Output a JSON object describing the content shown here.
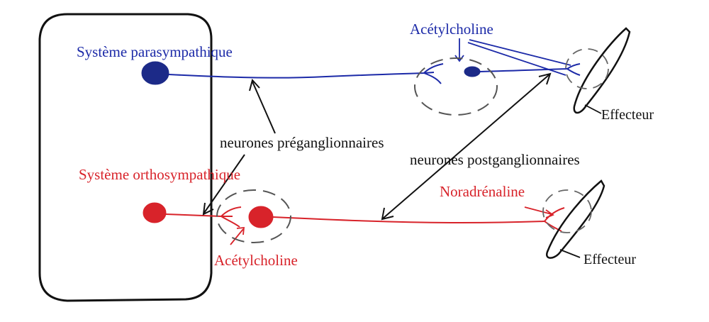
{
  "labels": {
    "para_system": "Système parasympathique",
    "ortho_system": "Système orthosympathique",
    "acetyl_top": "Acétylcholine",
    "acetyl_bottom": "Acétylcholine",
    "noradrenaline": "Noradrénaline",
    "pre_neurons": "neurones préganglionnaires",
    "post_neurons": "neurones postganglionnaires",
    "effector_top": "Effecteur",
    "effector_bottom": "Effecteur"
  },
  "colors": {
    "parasympathetic": "#1c2aa8",
    "orthosympathetic": "#d8232a",
    "ink": "#111111",
    "ganglion_outline": "#555555"
  }
}
